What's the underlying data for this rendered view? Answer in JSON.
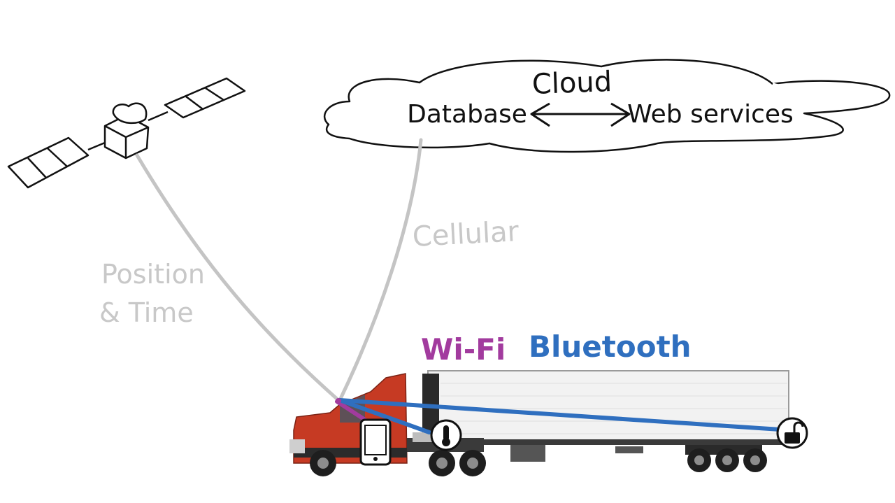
{
  "cloud": {
    "title": "Cloud",
    "left_node": "Database",
    "right_node": "Web services"
  },
  "links": {
    "satellite_label_line1": "Position",
    "satellite_label_line2": "& Time",
    "cellular_label": "Cellular",
    "wifi_label": "Wi-Fi",
    "bluetooth_label": "Bluetooth"
  },
  "colors": {
    "ink": "#111111",
    "link_gray": "#c4c4c4",
    "label_gray": "#c8c8c8",
    "wifi": "#a23b9e",
    "bluetooth": "#2f6fbf",
    "cab_red": "#c63a23",
    "trailer_white": "#f2f2f2"
  },
  "icons": {
    "satellite": "satellite-icon",
    "smartphone": "smartphone-icon",
    "thermometer": "thermometer-icon",
    "lock": "unlock-icon",
    "truck": "truck-illustration"
  }
}
